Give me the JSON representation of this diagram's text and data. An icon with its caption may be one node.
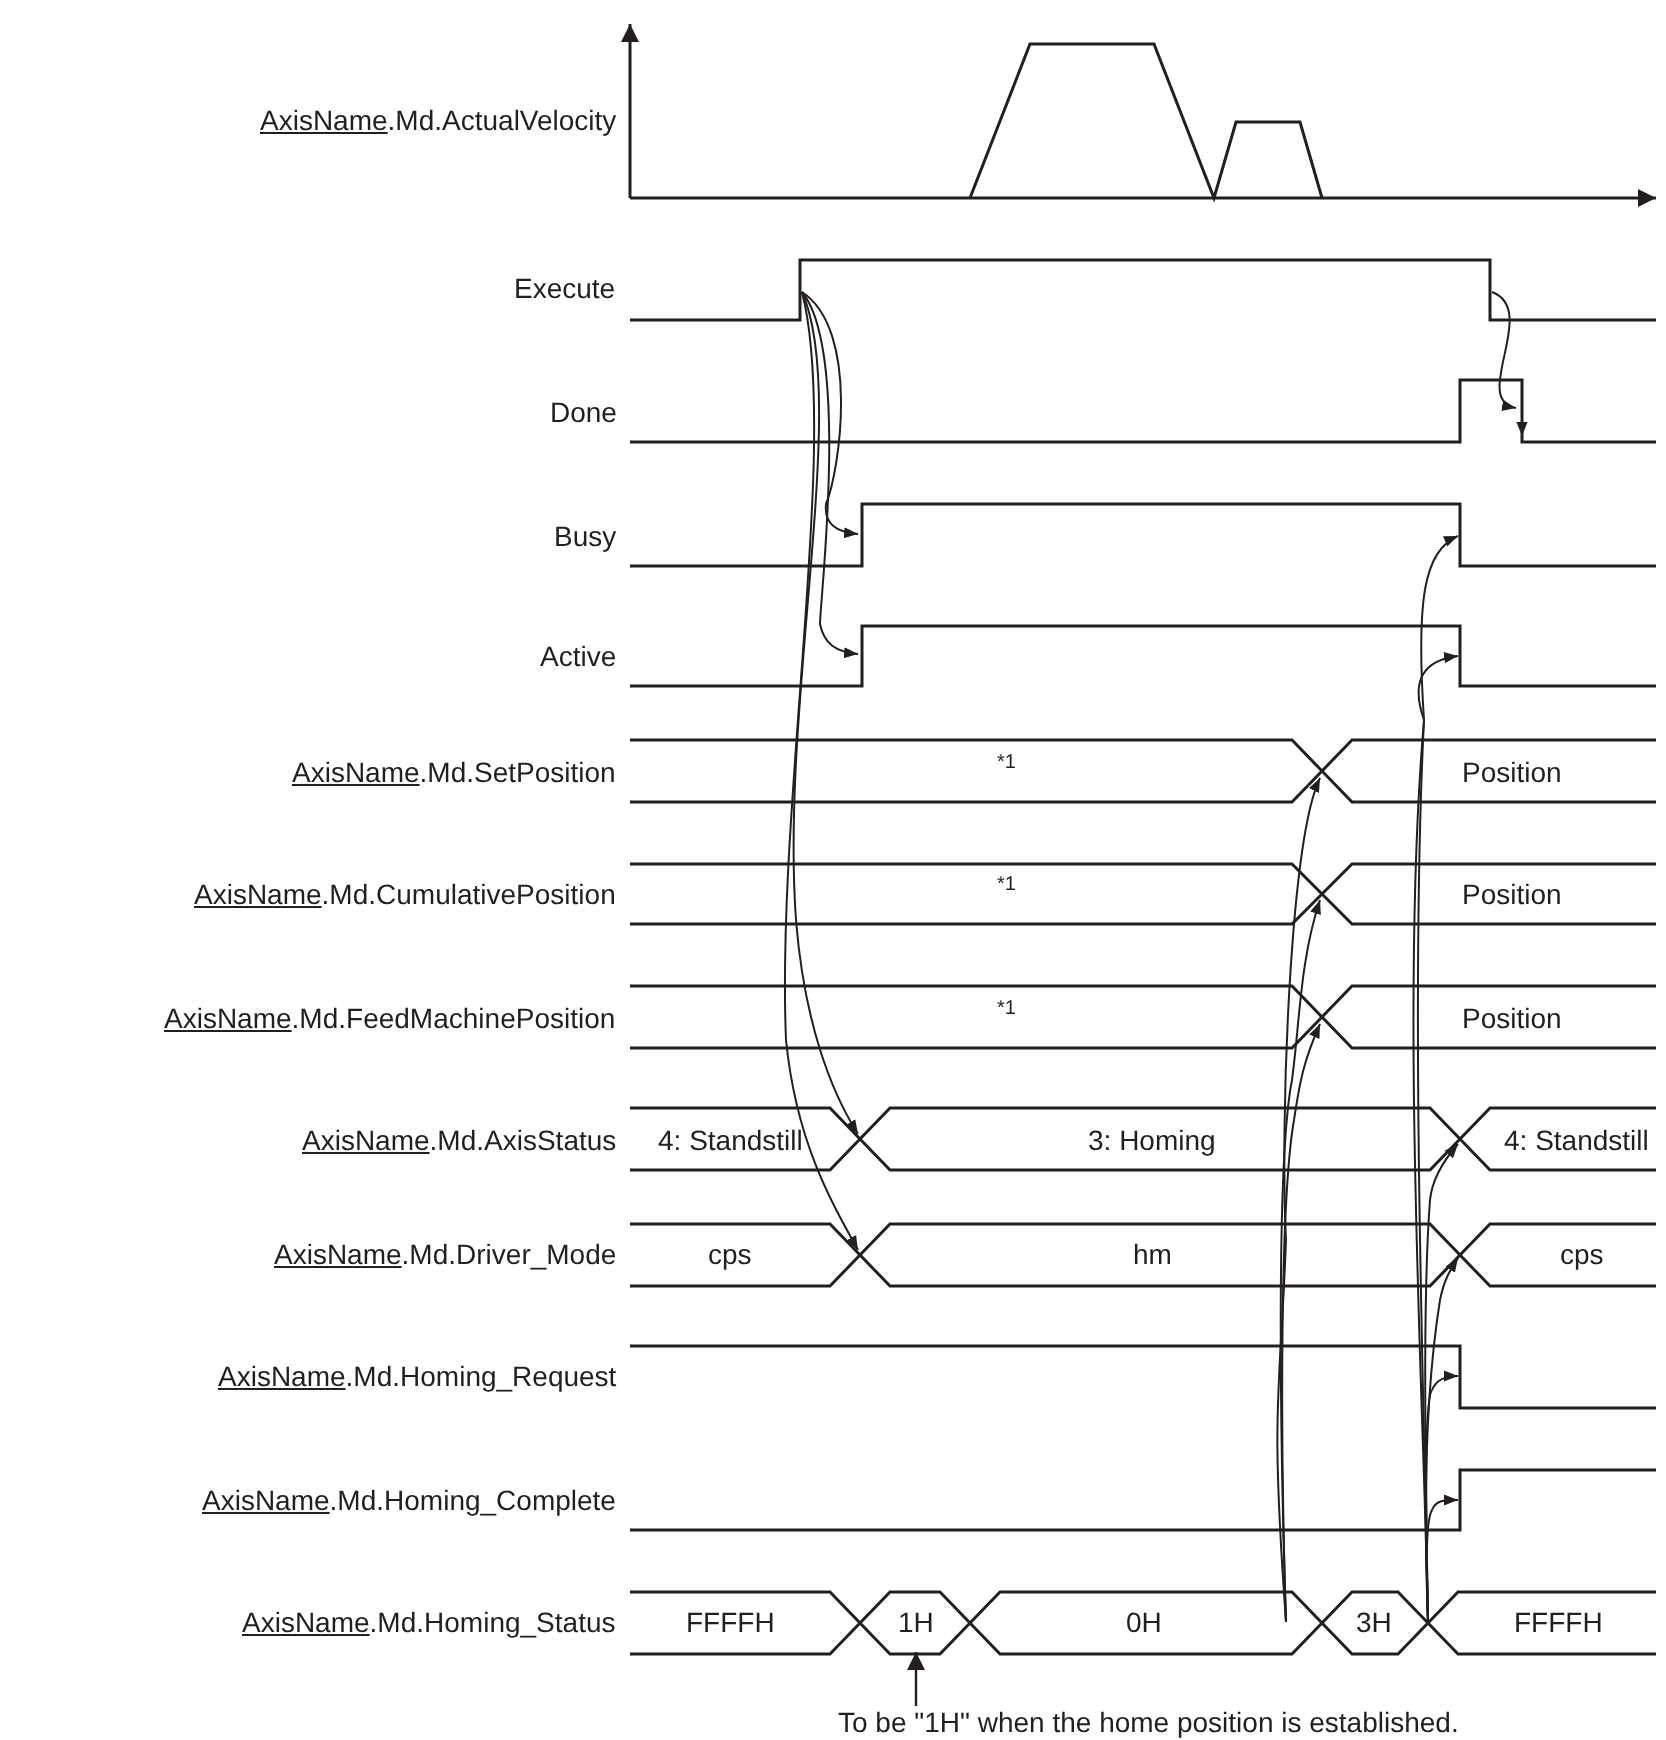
{
  "diagram": {
    "nodes": [
      {
        "text": [
          "To be \"1H\" when the home position is established."
        ]
      },
      {
        "text": [
          "1H"
        ]
      }
    ],
    "edges": [
      {
        "from": 0,
        "to": 1,
        "arrow": "to"
      }
    ],
    "labels": [
      "AxisName.Md.ActualVelocity",
      "Execute",
      "Done",
      "Busy",
      "Active",
      "AxisName.Md.SetPosition",
      "*1",
      "Position",
      "AxisName.Md.CumulativePosition",
      "*1",
      "Position",
      "AxisName.Md.FeedMachinePosition",
      "*1",
      "Position",
      "AxisName.Md.AxisStatus",
      "4: Standstill",
      "3: Homing",
      "4: Standstill",
      "AxisName.Md.Driver_Mode",
      "cps",
      "hm",
      "cps",
      "AxisName.Md.Homing_Request",
      "AxisName.Md.Homing_Complete",
      "AxisName.Md.Homing_Status",
      "FFFFH",
      "0H",
      "3H",
      "FFFFH"
    ]
  }
}
